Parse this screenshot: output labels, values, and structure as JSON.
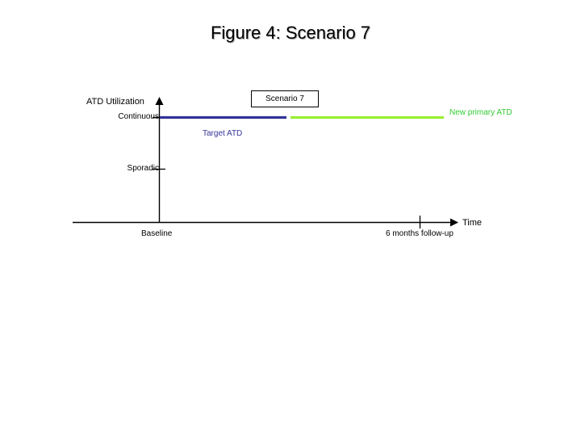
{
  "figure": {
    "title": "Figure 4: Scenario 7",
    "callout_label": "Scenario 7"
  },
  "axes": {
    "y_axis_title": "ATD Utilization",
    "y_ticks": [
      "Continuous",
      "Sporadic"
    ],
    "y_tick_continuous": "Continuous",
    "y_tick_sporadic": "Sporadic",
    "x_axis_title": "Time",
    "x_ticks": [
      "Baseline",
      "6 months follow-up"
    ],
    "x_tick_baseline": "Baseline",
    "x_tick_followup": "6 months follow-up"
  },
  "series_labels": {
    "target": "Target ATD",
    "new_primary": "New primary ATD"
  },
  "colors": {
    "target_atd": "#333399",
    "new_primary_atd": "#99ee33",
    "new_primary_atd_text": "#33cc33",
    "axis": "#000000",
    "background": "#ffffff",
    "title_text": "#000000"
  },
  "chart_data": {
    "type": "line",
    "title": "Figure 4: Scenario 7",
    "xlabel": "Time",
    "ylabel": "ATD Utilization",
    "grid": false,
    "legend": "inline-annotations",
    "x_categories": [
      "Baseline",
      "6 months follow-up"
    ],
    "y_categories": [
      "Sporadic",
      "Continuous"
    ],
    "ylim": [
      "below Sporadic",
      "above Continuous"
    ],
    "series": [
      {
        "name": "Target ATD",
        "color": "#333399",
        "level": "Continuous",
        "x_start": "Baseline",
        "x_end": "midpoint between Baseline and 6 months follow-up",
        "values": [
          "Continuous",
          "Continuous"
        ],
        "note": "Flat blue line at Continuous level from Baseline to about midway through follow-up period"
      },
      {
        "name": "New primary ATD",
        "color": "#99ee33",
        "level": "Continuous",
        "x_start": "midpoint between Baseline and 6 months follow-up",
        "x_end": "past 6 months follow-up",
        "values": [
          "Continuous",
          "Continuous"
        ],
        "note": "Flat green line at Continuous level continuing from where Target ATD ends, extending beyond 6 months follow-up"
      }
    ],
    "annotations": [
      {
        "text": "Scenario 7",
        "type": "boxed-callout"
      },
      {
        "text": "Target ATD",
        "type": "series-label",
        "color": "#333399"
      },
      {
        "text": "New primary ATD",
        "type": "series-label",
        "color": "#33cc33"
      }
    ]
  }
}
